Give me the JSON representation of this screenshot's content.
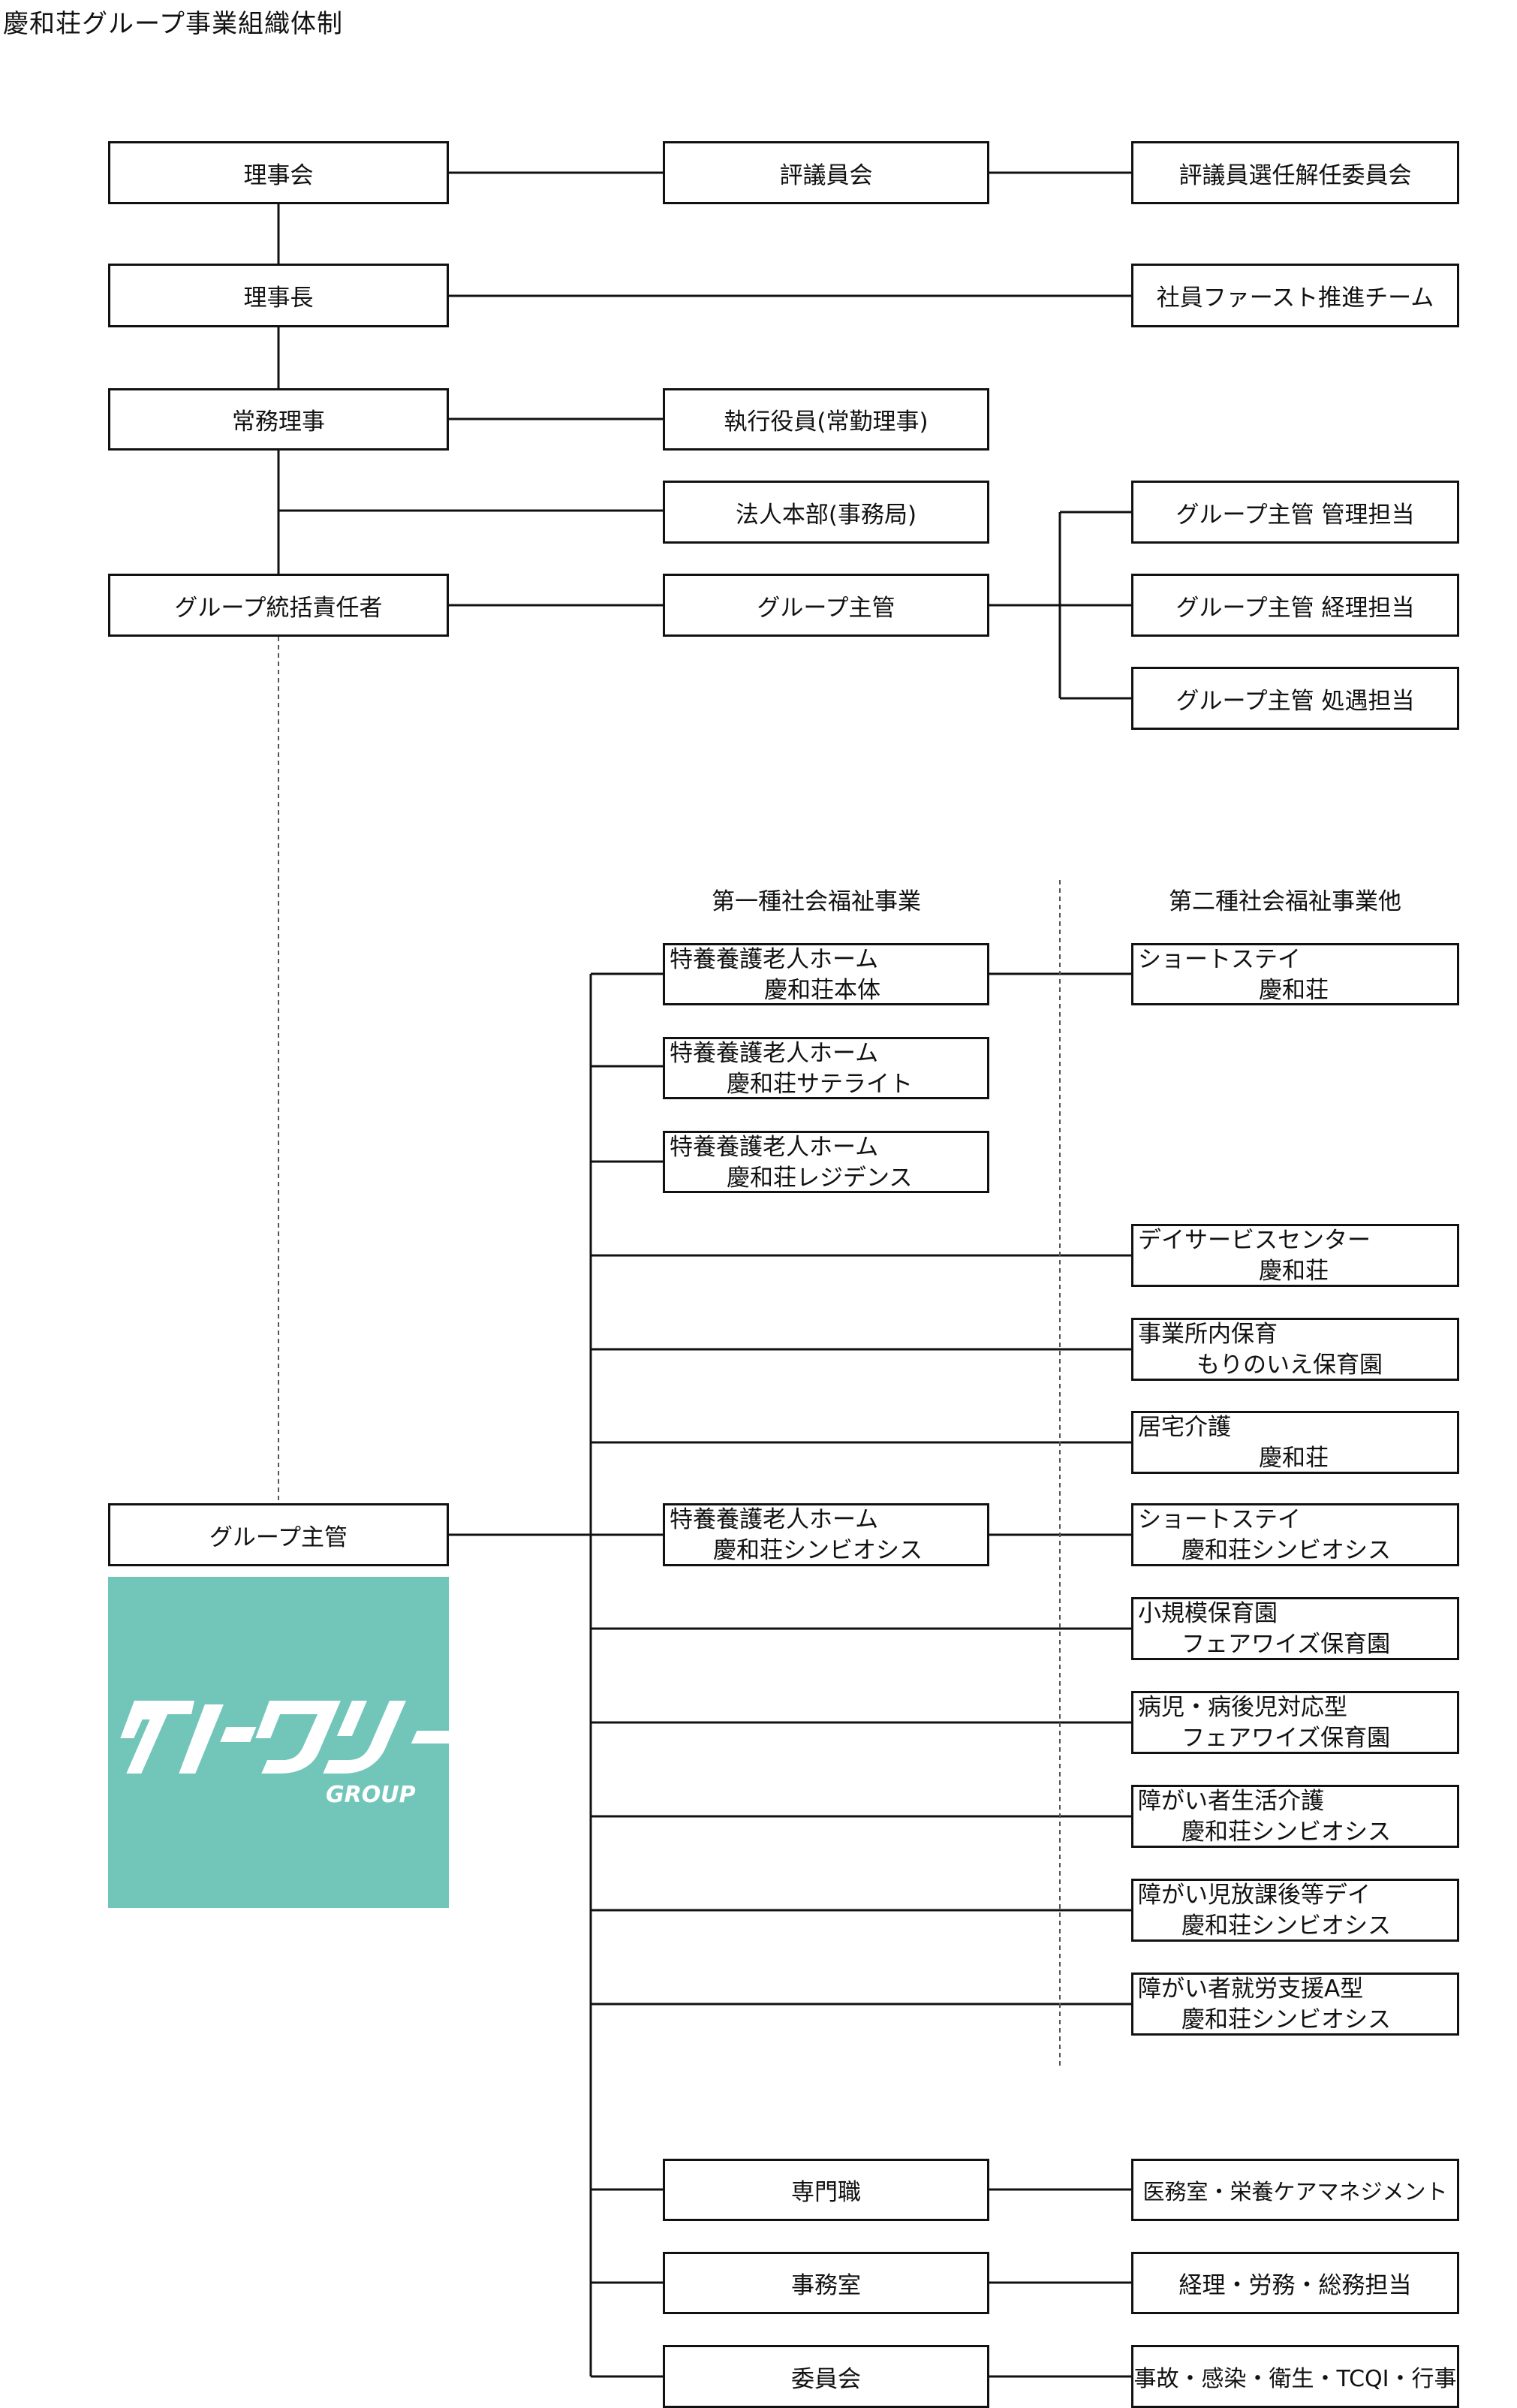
{
  "title": "慶和荘グループ事業組織体制",
  "top": {
    "rijikai": "理事会",
    "hyogiinkai": "評議員会",
    "hyogiin_senin": "評議員選任解任委員会",
    "rijicho": "理事長",
    "shain_first": "社員ファースト推進チーム",
    "jomu_riji": "常務理事",
    "shikko_yakuin": "執行役員(常勤理事)",
    "hojin_honbu": "法人本部(事務局)",
    "group_tokatsu": "グループ統括責任者",
    "group_shukan": "グループ主管",
    "shukan_kanri": "グループ主管 管理担当",
    "shukan_keiri": "グループ主管 経理担当",
    "shukan_shogu": "グループ主管 処遇担当"
  },
  "headers": {
    "col1": "第一種社会福祉事業",
    "col2": "第二種社会福祉事業他"
  },
  "group_shukan_lower": "グループ主管",
  "logo": {
    "text": "ケイワソー",
    "sub": "GROUP",
    "color": "#72c6b9"
  },
  "type1": {
    "honkan": [
      "特養養護老人ホーム",
      "慶和荘本体"
    ],
    "satellite": [
      "特養養護老人ホーム",
      "慶和荘サテライト"
    ],
    "residence": [
      "特養養護老人ホーム",
      "慶和荘レジデンス"
    ],
    "symbiosis": [
      "特養養護老人ホーム",
      "慶和荘シンビオシス"
    ]
  },
  "type2": {
    "shortstay1": [
      "ショートステイ",
      "慶和荘"
    ],
    "dayservice": [
      "デイサービスセンター",
      "慶和荘"
    ],
    "hoiku": [
      "事業所内保育",
      "もりのいえ保育園"
    ],
    "kyotaku": [
      "居宅介護",
      "慶和荘"
    ],
    "shortstay2": [
      "ショートステイ",
      "慶和荘シンビオシス"
    ],
    "shokibo": [
      "小規模保育園",
      "フェアワイズ保育園"
    ],
    "byoji": [
      "病児・病後児対応型",
      "フェアワイズ保育園"
    ],
    "shogai_seikatsu": [
      "障がい者生活介護",
      "慶和荘シンビオシス"
    ],
    "shogai_jido": [
      "障がい児放課後等デイ",
      "慶和荘シンビオシス"
    ],
    "shogai_shuro": [
      "障がい者就労支援A型",
      "慶和荘シンビオシス"
    ]
  },
  "bottom": {
    "senmonshoku": "専門職",
    "senmon_detail": "医務室・栄養ケアマネジメント",
    "jimushitsu": "事務室",
    "jimu_detail": "経理・労務・総務担当",
    "iinkai": "委員会",
    "iinkai_detail": "事故・感染・衛生・TCQI・行事"
  }
}
